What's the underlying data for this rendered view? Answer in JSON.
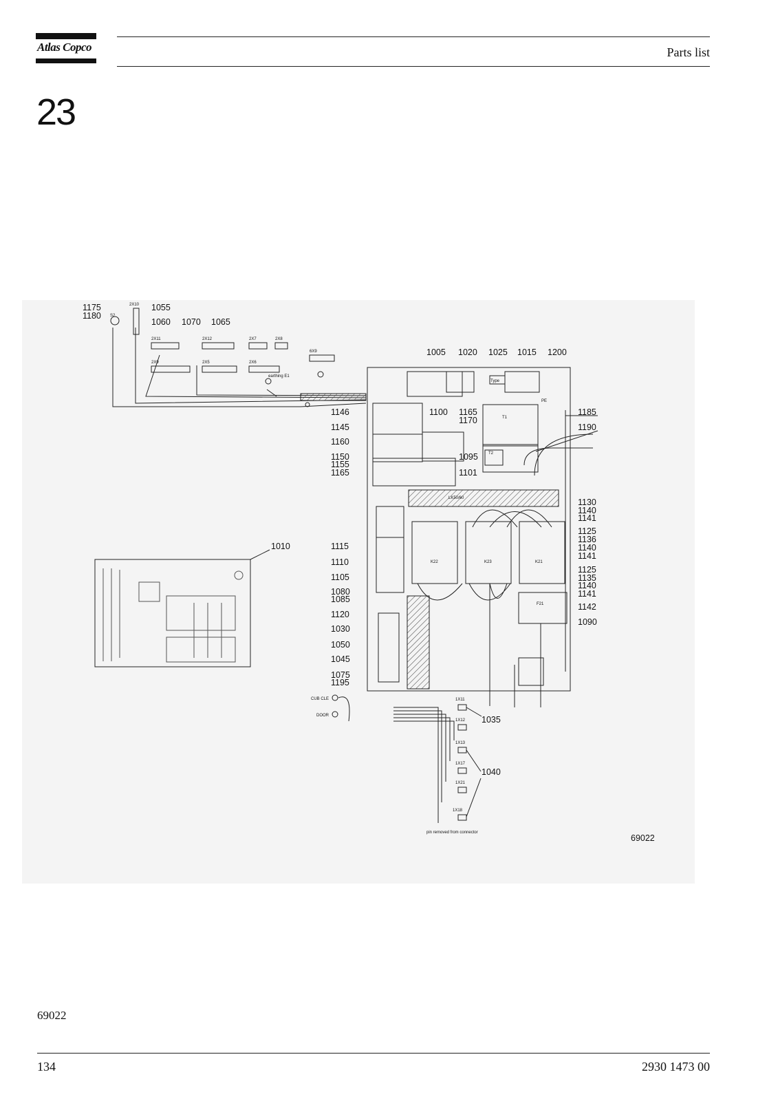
{
  "header": {
    "brand": "Atlas Copco",
    "title": "Parts list",
    "section_number": "23"
  },
  "figure": {
    "figure_id": "69022",
    "callouts": [
      {
        "id": "c1175",
        "text": "1175"
      },
      {
        "id": "c1180",
        "text": "1180"
      },
      {
        "id": "c1055",
        "text": "1055"
      },
      {
        "id": "c1060",
        "text": "1060"
      },
      {
        "id": "c1070",
        "text": "1070"
      },
      {
        "id": "c1065",
        "text": "1065"
      },
      {
        "id": "c1005",
        "text": "1005"
      },
      {
        "id": "c1020",
        "text": "1020"
      },
      {
        "id": "c1025",
        "text": "1025"
      },
      {
        "id": "c1015",
        "text": "1015"
      },
      {
        "id": "c1200",
        "text": "1200"
      },
      {
        "id": "c1146",
        "text": "1146"
      },
      {
        "id": "c1100",
        "text": "1100"
      },
      {
        "id": "c1165a",
        "text": "1165"
      },
      {
        "id": "c1170",
        "text": "1170"
      },
      {
        "id": "c1185",
        "text": "1185"
      },
      {
        "id": "c1145",
        "text": "1145"
      },
      {
        "id": "c1190",
        "text": "1190"
      },
      {
        "id": "c1160",
        "text": "1160"
      },
      {
        "id": "c1150",
        "text": "1150"
      },
      {
        "id": "c1095",
        "text": "1095"
      },
      {
        "id": "c1155",
        "text": "1155"
      },
      {
        "id": "c1165b",
        "text": "1165"
      },
      {
        "id": "c1101",
        "text": "1101"
      },
      {
        "id": "c1130",
        "text": "1130"
      },
      {
        "id": "c1140a",
        "text": "1140"
      },
      {
        "id": "c1141a",
        "text": "1141"
      },
      {
        "id": "c1010",
        "text": "1010"
      },
      {
        "id": "c1115",
        "text": "1115"
      },
      {
        "id": "c1125a",
        "text": "1125"
      },
      {
        "id": "c1136",
        "text": "1136"
      },
      {
        "id": "c1140b",
        "text": "1140"
      },
      {
        "id": "c1141b",
        "text": "1141"
      },
      {
        "id": "c1110",
        "text": "1110"
      },
      {
        "id": "c1125b",
        "text": "1125"
      },
      {
        "id": "c1135",
        "text": "1135"
      },
      {
        "id": "c1105",
        "text": "1105"
      },
      {
        "id": "c1140c",
        "text": "1140"
      },
      {
        "id": "c1141c",
        "text": "1141"
      },
      {
        "id": "c1080",
        "text": "1080"
      },
      {
        "id": "c1085",
        "text": "1085"
      },
      {
        "id": "c1142",
        "text": "1142"
      },
      {
        "id": "c1120",
        "text": "1120"
      },
      {
        "id": "c1090",
        "text": "1090"
      },
      {
        "id": "c1030",
        "text": "1030"
      },
      {
        "id": "c1050",
        "text": "1050"
      },
      {
        "id": "c1045",
        "text": "1045"
      },
      {
        "id": "c1075",
        "text": "1075"
      },
      {
        "id": "c1195",
        "text": "1195"
      },
      {
        "id": "c1035",
        "text": "1035"
      },
      {
        "id": "c1040",
        "text": "1040"
      }
    ],
    "small_labels": {
      "x2x10": "2X10",
      "x2x11": "2X11",
      "x2x12": "2X12",
      "x2x7": "2X7",
      "x2x8": "2X8",
      "x2x9": "2X9",
      "x2x5": "2X5",
      "x2x6": "2X6",
      "x6x9": "6X9",
      "earthing": "earthing E1",
      "s2": "S2",
      "pe": "PE",
      "t1": "T1",
      "t2": "T2",
      "k22": "K22",
      "k23": "K23",
      "k21": "K21",
      "f21": "F21",
      "lk": "LK50/60",
      "type": "Type",
      "x1x11": "1X11",
      "x1x12": "1X12",
      "x1x13": "1X13",
      "x1x17": "1X17",
      "x1x21": "1X21",
      "x1x18": "1X18",
      "cub": "CUB CLE",
      "door": "DOOR",
      "note": "pin removed from connector"
    }
  },
  "footer": {
    "caption": "69022",
    "page_number": "134",
    "doc_number": "2930 1473 00"
  }
}
